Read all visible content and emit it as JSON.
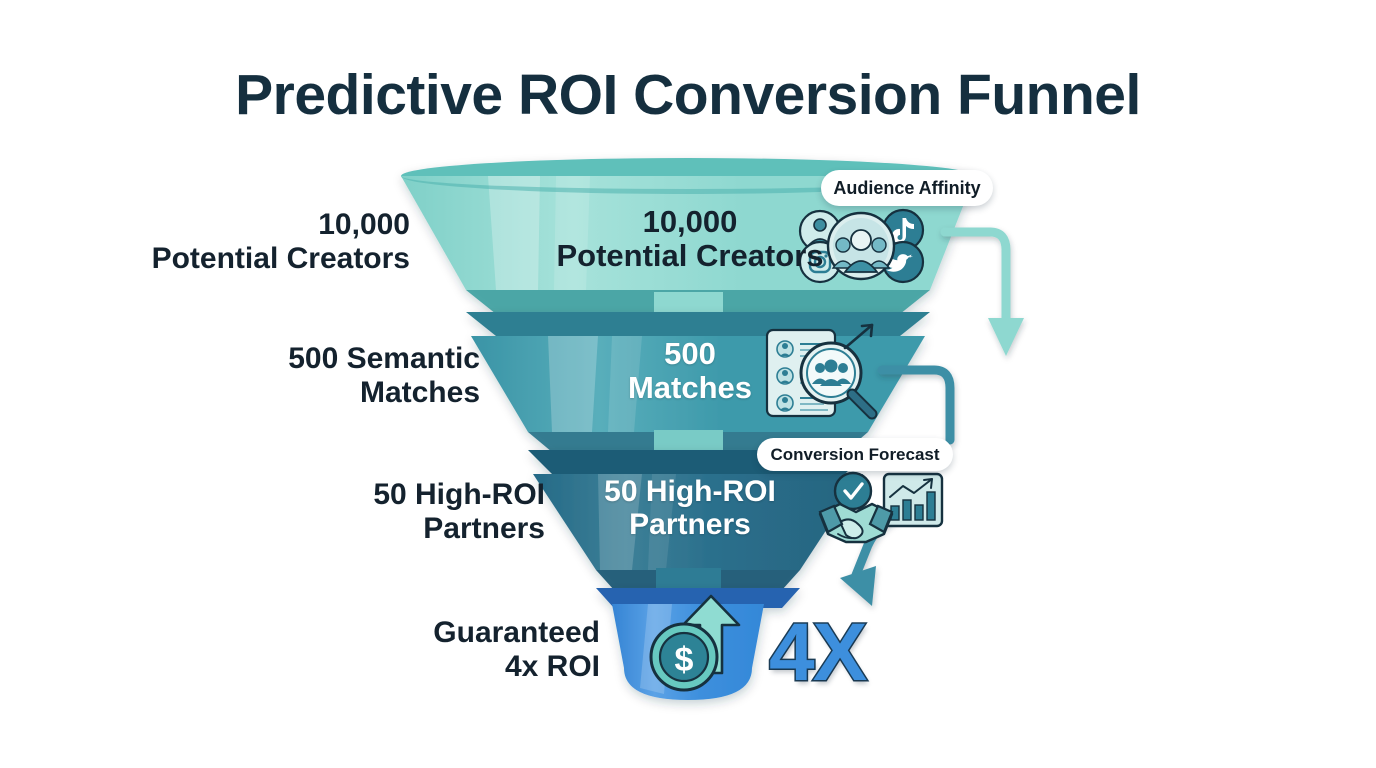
{
  "title": "Predictive ROI Conversion Funnel",
  "background_color": "#ffffff",
  "title_color": "#152f3f",
  "stages": [
    {
      "id": "potential-creators",
      "side_label": "10,000\nPotential Creators",
      "funnel_label": "10,000\nPotential Creators",
      "value": 10000,
      "value_text": "10,000",
      "name": "Potential Creators",
      "color": "#8ed8d0",
      "text_color": "#14222e"
    },
    {
      "id": "semantic-matches",
      "side_label": "500 Semantic\nMatches",
      "funnel_label": "500\nMatches",
      "value": 500,
      "value_text": "500",
      "name": "Semantic Matches",
      "color": "#3e9aab",
      "text_color": "#ffffff"
    },
    {
      "id": "high-roi-partners",
      "side_label": "50 High-ROI\nPartners",
      "funnel_label": "50 High-ROI\nPartners",
      "value": 50,
      "value_text": "50",
      "name": "High-ROI Partners",
      "color": "#2a6f8c",
      "text_color": "#ffffff"
    },
    {
      "id": "guaranteed-roi",
      "side_label": "Guaranteed\n4x ROI",
      "funnel_label": "",
      "value": 4,
      "value_text": "4x",
      "name": "Guaranteed 4x ROI",
      "color": "#3d8fdd",
      "text_color": "#ffffff"
    }
  ],
  "badges": [
    {
      "id": "audience-affinity",
      "label": "Audience Affinity"
    },
    {
      "id": "conversion-forecast",
      "label": "Conversion Forecast"
    }
  ],
  "multiplier": {
    "label": "4X",
    "fill_color": "#3d8fdd",
    "stroke_color": "#1b3d57"
  },
  "icons": {
    "stage1": [
      "person-icon",
      "instagram-icon",
      "tiktok-icon",
      "twitter-icon",
      "group-avatar-icon"
    ],
    "stage2": [
      "profile-list-icon",
      "magnifier-group-icon",
      "trend-arrow-icon"
    ],
    "stage3": [
      "handshake-icon",
      "check-circle-icon",
      "bar-chart-growth-icon"
    ],
    "stage4": [
      "dollar-coin-icon",
      "up-arrow-icon"
    ]
  },
  "connectors": [
    {
      "id": "connector-top",
      "color": "#8ed8d0"
    },
    {
      "id": "connector-mid",
      "color": "#3e8fa6"
    }
  ],
  "chart_data": {
    "type": "funnel",
    "title": "Predictive ROI Conversion Funnel",
    "categories": [
      "Potential Creators",
      "Semantic Matches",
      "High-ROI Partners",
      "Guaranteed 4x ROI"
    ],
    "values": [
      10000,
      500,
      50,
      4
    ],
    "value_labels": [
      "10,000",
      "500",
      "50",
      "4x"
    ],
    "colors": [
      "#8ed8d0",
      "#3e9aab",
      "#2a6f8c",
      "#3d8fdd"
    ],
    "annotations": [
      "Audience Affinity",
      "Conversion Forecast",
      "4X"
    ],
    "legend": "none",
    "grid": false
  }
}
